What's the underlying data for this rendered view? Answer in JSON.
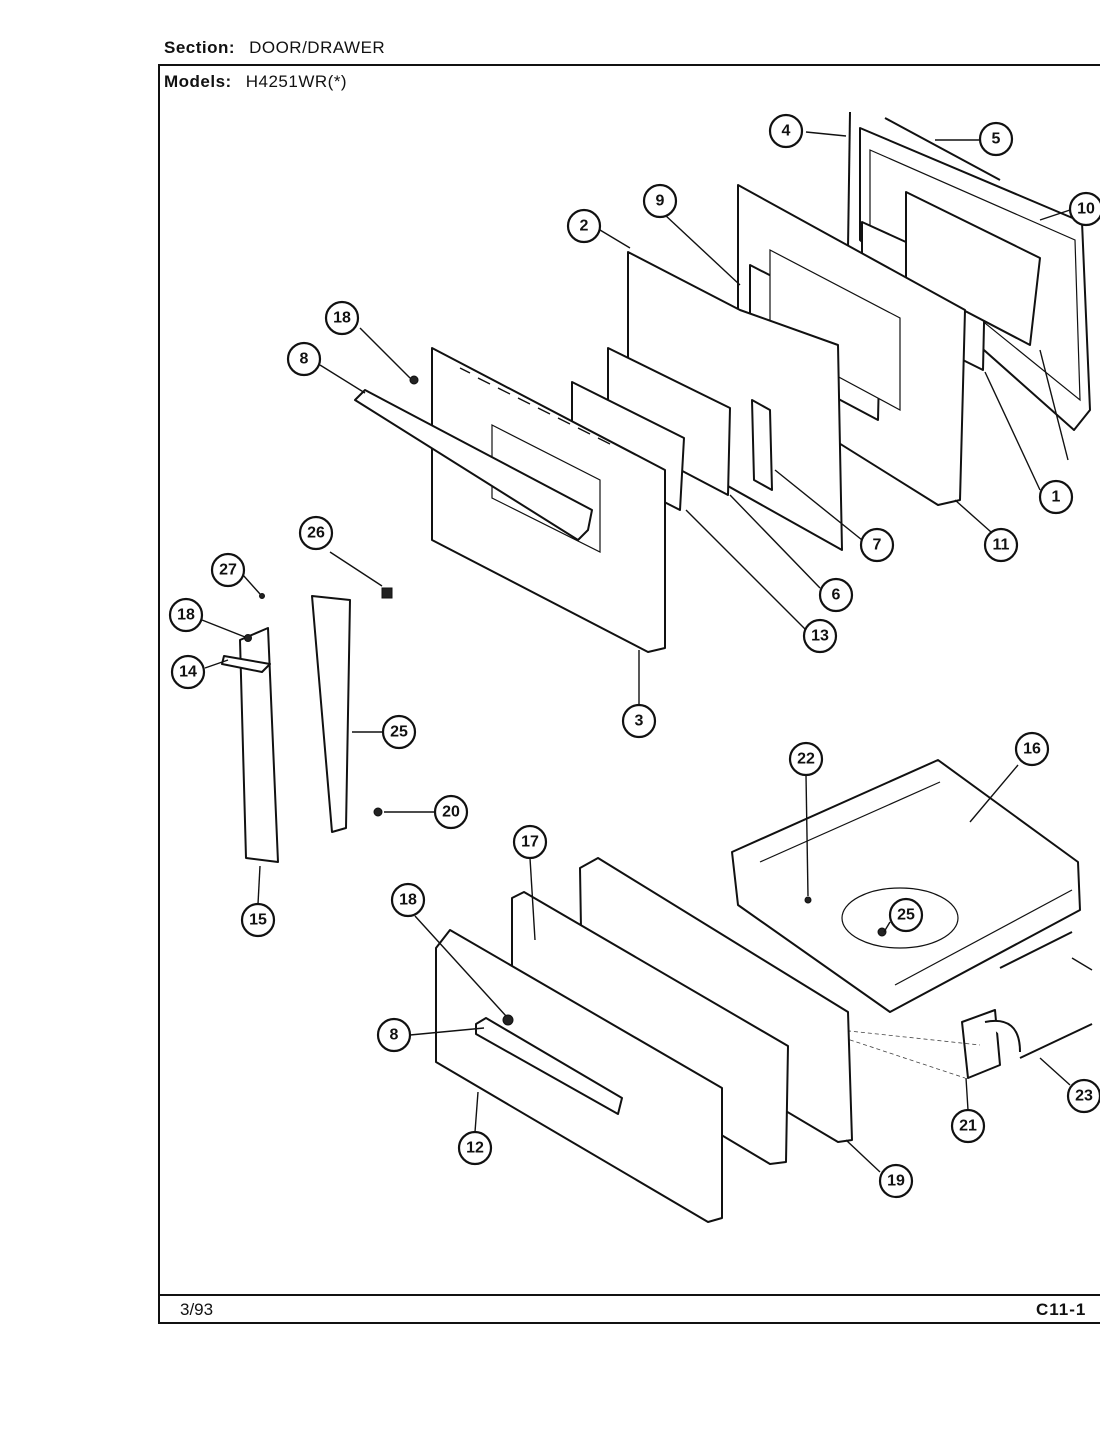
{
  "header": {
    "section_label": "Section:",
    "section_value": "DOOR/DRAWER",
    "models_label": "Models:",
    "models_value": "H4251WR(*)"
  },
  "footer": {
    "date": "3/93",
    "page_code": "C11-1"
  },
  "callouts": [
    "1",
    "2",
    "3",
    "4",
    "5",
    "6",
    "7",
    "8",
    "9",
    "10",
    "11",
    "12",
    "13",
    "14",
    "15",
    "16",
    "17",
    "18",
    "19",
    "20",
    "21",
    "22",
    "23",
    "25",
    "26",
    "27"
  ],
  "colors": {
    "ink": "#111111",
    "paper": "#ffffff"
  }
}
